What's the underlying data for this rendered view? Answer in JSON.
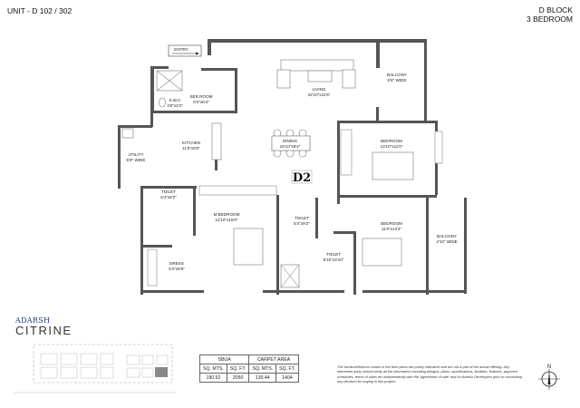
{
  "header": {
    "unit": "UNIT - D 102 / 302",
    "block": "D BLOCK",
    "type": "3 BEDROOM"
  },
  "plan": {
    "entry": "ENTRY",
    "tag": "D2",
    "rooms": [
      {
        "name": "SER.ROOM",
        "size": "6'2\"x6'4\""
      },
      {
        "name": "S.W.C",
        "size": "4'9\"x3'2\""
      },
      {
        "name": "KITCHEN",
        "size": "11'0\"x9'0\""
      },
      {
        "name": "UTILITY",
        "size": "5'9\" WIDE"
      },
      {
        "name": "LIVING",
        "size": "22'10\"x11'6\""
      },
      {
        "name": "BALCONY",
        "size": "6'6\" WIDE"
      },
      {
        "name": "DINING",
        "size": "16'10\"x9'4\""
      },
      {
        "name": "BEDROOM",
        "size": "13'10\"x11'0\""
      },
      {
        "name": "TOILET",
        "size": "5'4\"x9'2\""
      },
      {
        "name": "M.BEDROOM",
        "size": "12'10\"x15'0\""
      },
      {
        "name": "TOILET",
        "size": "5'4\"x9'2\""
      },
      {
        "name": "BEDROOM",
        "size": "11'0\"x13'4\""
      },
      {
        "name": "BALCONY",
        "size": "4'10\" WIDE"
      },
      {
        "name": "TOILET",
        "size": "6'10\"x3'10\""
      },
      {
        "name": "DRESS",
        "size": "5'4\"x9'6\""
      }
    ]
  },
  "brand": {
    "line1": "ADARSH",
    "line2": "CITRINE"
  },
  "area_table": {
    "groups": [
      "SBUA",
      "CARPET AREA"
    ],
    "headers": [
      "SQ. MTS.",
      "SQ. FT.",
      "SQ. MTS.",
      "SQ. FT."
    ],
    "values": [
      "190.52",
      "2050",
      "130.44",
      "1404"
    ]
  },
  "disclaimer": "The furniture/fixtures shown in the floor plans are purely indicative and are not a part of the actual offering. Any interested party should verify all the information including designs, plans, specifications, facilities, features, payment schedules, terms of sales etc independently with the 'agreement of sale' and /or Adarsh Developers prior to concluding any decision for buying in this project.",
  "compass": {
    "north": "N"
  }
}
